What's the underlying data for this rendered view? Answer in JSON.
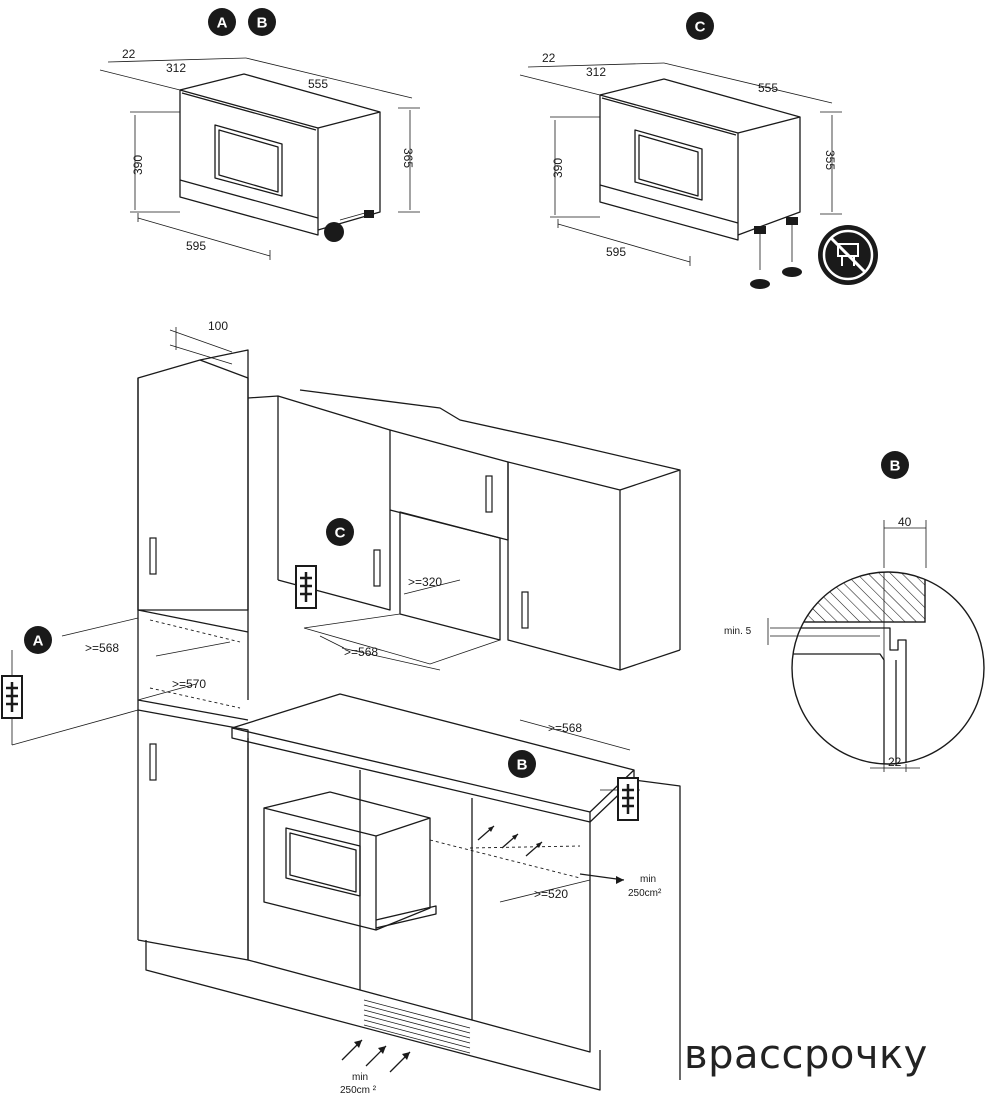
{
  "badges": {
    "a": "A",
    "b": "B",
    "c": "C"
  },
  "top_left": {
    "dims": {
      "depth_front": "22",
      "depth_frame": "312",
      "width_back": "555",
      "height_left": "390",
      "height_right": "365",
      "width_front": "595"
    }
  },
  "top_right": {
    "dims": {
      "depth_front": "22",
      "depth_frame": "312",
      "width_back": "555",
      "height_left": "390",
      "height_right": "355",
      "width_front": "595"
    }
  },
  "kitchen": {
    "dims": {
      "top_offset": "100",
      "c_depth": ">=320",
      "c_width": ">=568",
      "a_width": ">=568",
      "a_depth": ">=570",
      "b_width": ">=568",
      "b_depth": ">=520"
    },
    "vent_right": {
      "line1": "min",
      "line2": "250cm²"
    },
    "vent_bottom": {
      "line1": "min",
      "line2": "250cm ²"
    }
  },
  "detail_b": {
    "top_dim": "40",
    "gap_label": "min. 5",
    "bottom_dim": "22"
  },
  "watermark": "врассрочку",
  "colors": {
    "line": "#1a1a1a",
    "badge": "#1a1a1a",
    "background": "#ffffff"
  }
}
